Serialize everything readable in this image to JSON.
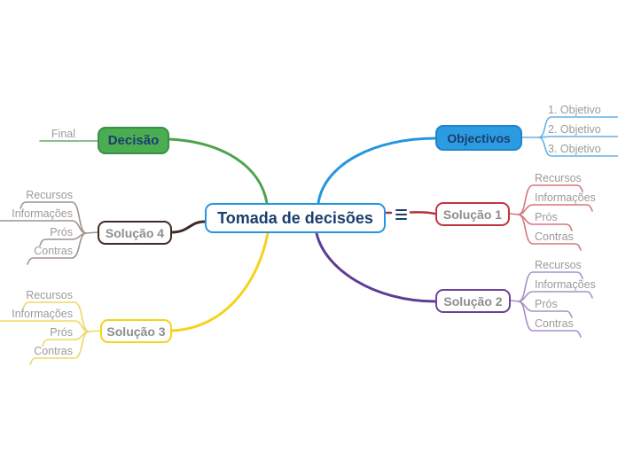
{
  "app": "mind-map-canvas",
  "palette": {
    "background": "#ffffff",
    "navy_text": "#1c3e6e",
    "gray_node_text": "#8d8d8d",
    "gray_child_text": "#9b9b9b"
  },
  "root": {
    "label": "Tomada de decisões",
    "menu_icon": "hamburger",
    "colors": {
      "border": "#2596e0",
      "text": "#1c3e6e",
      "fill": "#ffffff"
    }
  },
  "branches": {
    "objectivos": {
      "label": "Objectivos",
      "children": [
        "1. Objetivo",
        "2. Objetivo",
        "3. Objetivo"
      ],
      "colors": {
        "fill": "#2b9ce1",
        "border": "#1e84cd",
        "text": "#1c3e6e",
        "line": "#2596e0",
        "child_line": "#64b1e8"
      }
    },
    "solucao1": {
      "label": "Solução 1",
      "children": [
        "Recursos",
        "Informações",
        "Prós",
        "Contras"
      ],
      "colors": {
        "fill": "#ffffff",
        "border": "#c23540",
        "text": "#8d8d8d",
        "line": "#b5303c",
        "child_line": "#d5767e"
      }
    },
    "solucao2": {
      "label": "Solução 2",
      "children": [
        "Recursos",
        "Informações",
        "Prós",
        "Contras"
      ],
      "colors": {
        "fill": "#ffffff",
        "border": "#6b4399",
        "text": "#8d8d8d",
        "line": "#5e3c94",
        "child_line": "#a88fc9"
      }
    },
    "decisao": {
      "label": "Decisão",
      "children": [
        "Final"
      ],
      "colors": {
        "fill": "#4bad52",
        "border": "#398f44",
        "text": "#1c3e6e",
        "line": "#4ca44c",
        "child_line": "#66ac66"
      }
    },
    "solucao4": {
      "label": "Solução 4",
      "children": [
        "Recursos",
        "Informações",
        "Prós",
        "Contras"
      ],
      "colors": {
        "fill": "#ffffff",
        "border": "#3e2b25",
        "text": "#8d8d8d",
        "line": "#3e2b25",
        "child_line": "#a2928c"
      }
    },
    "solucao3": {
      "label": "Solução 3",
      "children": [
        "Recursos",
        "Informações",
        "Prós",
        "Contras"
      ],
      "colors": {
        "fill": "#ffffff",
        "border": "#f5d31d",
        "text": "#8d8d8d",
        "line": "#f5d31d",
        "child_line": "#f0d766"
      }
    }
  }
}
